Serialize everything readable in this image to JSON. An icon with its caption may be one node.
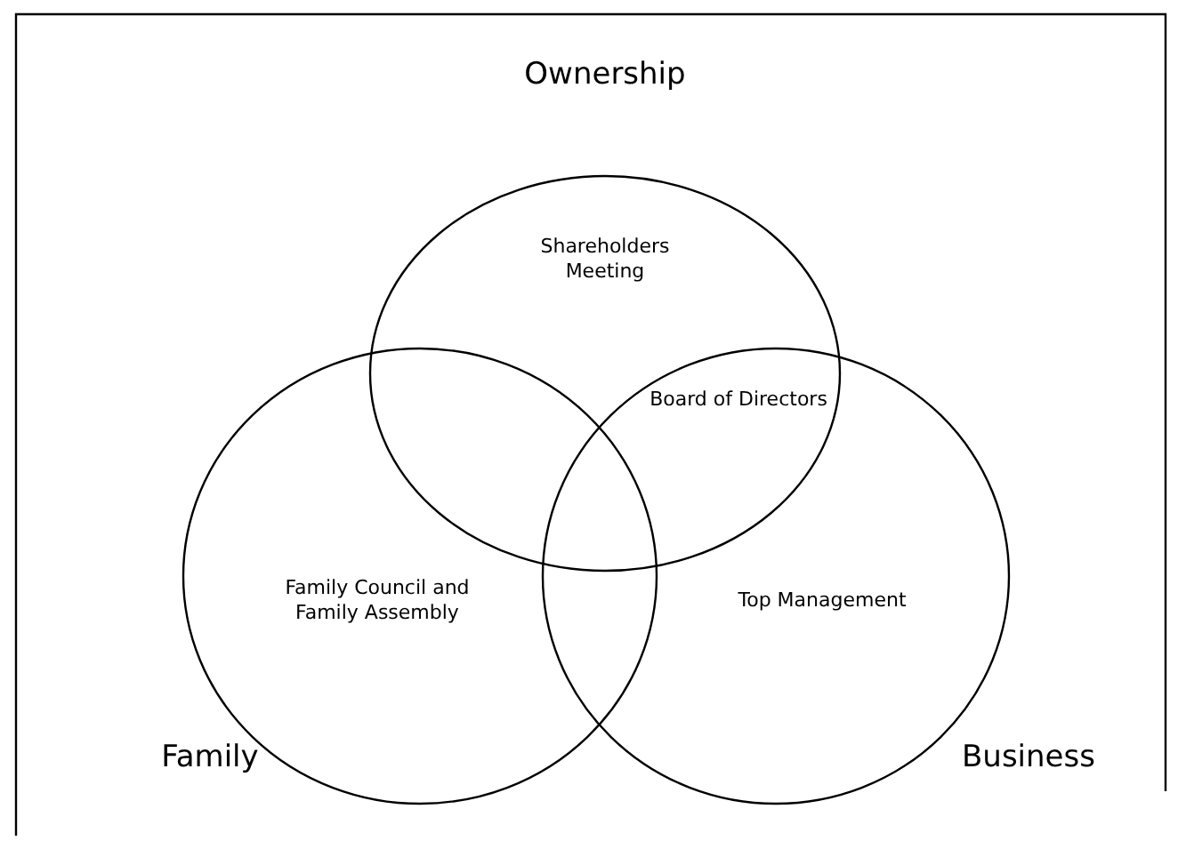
{
  "diagram": {
    "nodes": [
      {
        "text": [
          "Ownership"
        ]
      },
      {
        "text": [
          "Family"
        ]
      },
      {
        "text": [
          "Business"
        ]
      }
    ],
    "labels": [
      "Shareholders Meeting",
      "Board of Directors",
      "Family Council and Family Assembly",
      "Top Management"
    ]
  }
}
